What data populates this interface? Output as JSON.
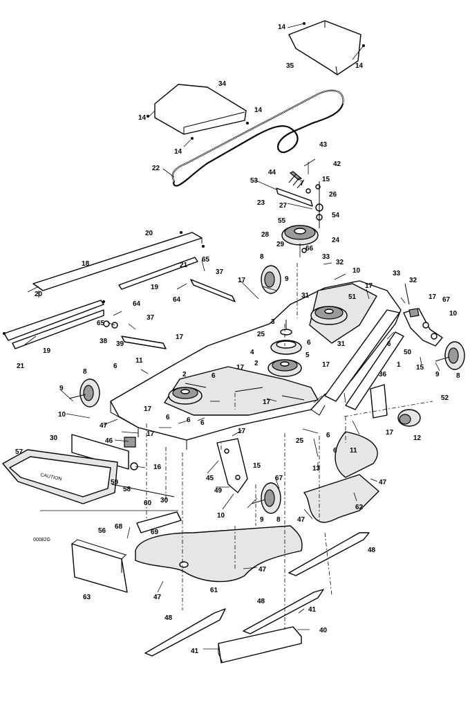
{
  "diagram": {
    "drawing_code": "00082G",
    "decal_text": "CAUTION",
    "callouts": [
      "14",
      "14",
      "35",
      "34",
      "14",
      "14",
      "14",
      "22",
      "43",
      "42",
      "44",
      "15",
      "53",
      "26",
      "23",
      "27",
      "54",
      "55",
      "28",
      "24",
      "29",
      "66",
      "65",
      "37",
      "64",
      "8",
      "33",
      "32",
      "10",
      "9",
      "17",
      "31",
      "20",
      "21",
      "18",
      "19",
      "20",
      "64",
      "65",
      "38",
      "39",
      "37",
      "19",
      "21",
      "51",
      "17",
      "33",
      "32",
      "17",
      "67",
      "3",
      "25",
      "6",
      "5",
      "4",
      "2",
      "6",
      "31",
      "50",
      "10",
      "15",
      "9",
      "8",
      "17",
      "11",
      "6",
      "17",
      "2",
      "6",
      "1",
      "17",
      "36",
      "52",
      "9",
      "8",
      "10",
      "47",
      "17",
      "6",
      "6",
      "17",
      "12",
      "30",
      "46",
      "17",
      "25",
      "6",
      "11",
      "16",
      "57",
      "15",
      "45",
      "67",
      "59",
      "58",
      "60",
      "30",
      "13",
      "49",
      "10",
      "9",
      "8",
      "47",
      "56",
      "68",
      "69",
      "47",
      "62",
      "48",
      "47",
      "63",
      "61",
      "47",
      "48",
      "41",
      "40",
      "48",
      "41",
      "17",
      "17",
      "7",
      "6",
      "6"
    ]
  }
}
